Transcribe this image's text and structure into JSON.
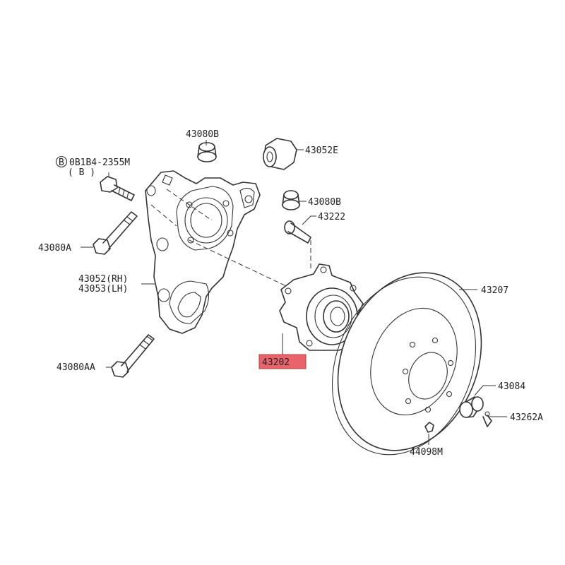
{
  "highlight_color": "#e8646a",
  "labels": {
    "p43080B_top": "43080B",
    "p43052E": "43052E",
    "bolt_spec": "0B1B4-2355M",
    "bolt_marker": "B",
    "bolt_qty": "( B )",
    "p43080B_mid": "43080B",
    "p43222": "43222",
    "p43080A": "43080A",
    "p43052": "43052(RH)",
    "p43053": "43053(LH)",
    "p43207": "43207",
    "p43202": "43202",
    "p43080AA": "43080AA",
    "p43084": "43084",
    "p43262A": "43262A",
    "p44098M": "44098M"
  }
}
